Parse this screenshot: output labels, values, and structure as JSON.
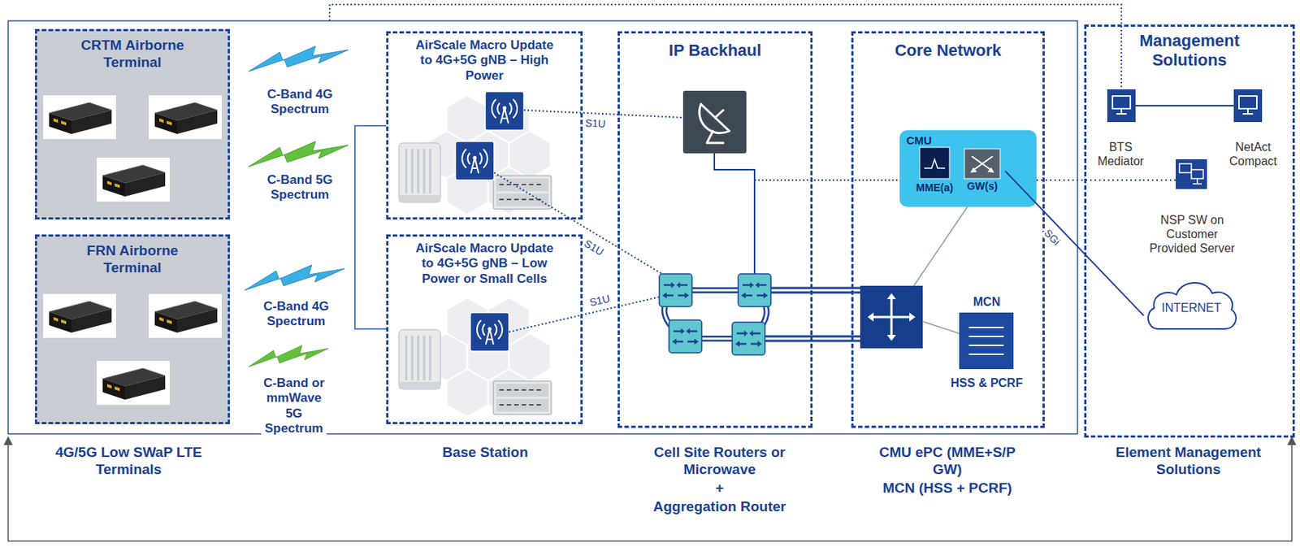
{
  "diagram": {
    "nodes": [
      {
        "text": [
          "CRTM Airborne Terminal"
        ]
      },
      {
        "text": [
          "FRN Airborne Terminal"
        ]
      },
      {
        "text": [
          "AirScale Macro Update to 4G+5G gNB – High Power"
        ]
      },
      {
        "text": [
          "AirScale Macro Update to 4G+5G gNB – Low Power or Small Cells"
        ]
      },
      {
        "text": [
          "IP Backhaul"
        ]
      },
      {
        "text": [
          "Core Network"
        ]
      },
      {
        "text": [
          "CMU"
        ],
        "in": 5
      },
      {
        "text": [
          "MME(a)"
        ],
        "in": 6
      },
      {
        "text": [
          "GW(s)"
        ],
        "in": 6
      },
      {
        "text": [
          "MCN",
          "HSS & PCRF"
        ],
        "in": 5
      },
      {
        "text": [
          "Management Solutions"
        ]
      },
      {
        "text": [
          "BTS Mediator"
        ],
        "in": 10
      },
      {
        "text": [
          "NetAct Compact"
        ],
        "in": 10
      },
      {
        "text": [
          "NSP SW on Customer Provided Server"
        ],
        "in": 10
      },
      {
        "text": [
          "INTERNET"
        ],
        "in": 10
      }
    ],
    "edges": [
      {
        "from": 11,
        "to": 12,
        "arrow": "none"
      },
      {
        "from": 8,
        "to": 14,
        "label": "SGi",
        "arrow": "none"
      },
      {
        "from": 6,
        "to": 13,
        "arrow": "none"
      }
    ],
    "labels": [
      "C-Band 4G Spectrum",
      "C-Band 5G Spectrum",
      "C-Band 4G Spectrum",
      "C-Band or mmWave 5G Spectrum",
      "S1U",
      "S1U",
      "S1U",
      "4G/5G Low SWaP LTE Terminals",
      "Base Station",
      "Cell Site Routers or Microwave",
      "+",
      "Aggregation Router",
      "CMU ePC (MME+S/P GW)",
      "MCN (HSS + PCRF)",
      "Element Management Solutions"
    ]
  }
}
